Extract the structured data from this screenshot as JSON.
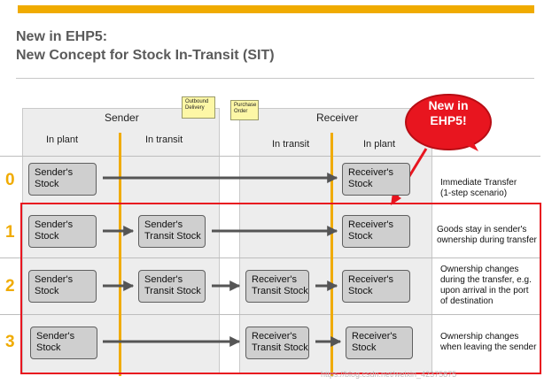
{
  "title": {
    "line1": "New in EHP5:",
    "line2": "New Concept for Stock In-Transit (SIT)"
  },
  "columns": {
    "sender": "Sender",
    "receiver": "Receiver",
    "sender_in_plant": "In plant",
    "sender_in_transit": "In transit",
    "receiver_in_transit": "In transit",
    "receiver_in_plant": "In plant"
  },
  "notes": {
    "outbound_delivery": [
      "Outbound",
      "Delivery"
    ],
    "purchase_order": [
      "Purchase",
      "Order"
    ]
  },
  "badge": [
    "New in",
    "EHP5!"
  ],
  "rows": [
    {
      "number": "0",
      "boxes": [
        [
          "Sender's",
          "Stock"
        ],
        [
          "Receiver's",
          "Stock"
        ]
      ],
      "description": [
        "Immediate Transfer",
        "(1-step scenario)"
      ]
    },
    {
      "number": "1",
      "boxes": [
        [
          "Sender's",
          "Stock"
        ],
        [
          "Sender's",
          "Transit Stock"
        ],
        [
          "Receiver's",
          "Stock"
        ]
      ],
      "description": [
        "Goods stay in sender's",
        "ownership during transfer"
      ]
    },
    {
      "number": "2",
      "boxes": [
        [
          "Sender's",
          "Stock"
        ],
        [
          "Sender's",
          "Transit Stock"
        ],
        [
          "Receiver's",
          "Transit Stock"
        ],
        [
          "Receiver's",
          "Stock"
        ]
      ],
      "description": [
        "Ownership changes",
        "during the transfer, e.g.",
        "upon arrival in the port",
        "of destination"
      ]
    },
    {
      "number": "3",
      "boxes": [
        [
          "Sender's",
          "Stock"
        ],
        [
          "Receiver's",
          "Transit Stock"
        ],
        [
          "Receiver's",
          "Stock"
        ]
      ],
      "description": [
        "Ownership changes",
        "when leaving the sender"
      ]
    }
  ],
  "watermark": "https://blog.csdn.net/weixin_42375875",
  "colors": {
    "accent": "#f0ab00",
    "highlight": "#e8151f",
    "title": "#5a5a5a",
    "box_fill": "#cfcfcf",
    "note_fill": "#fdf7a6"
  },
  "icons": [
    "arrow-right-icon",
    "new-starburst-icon"
  ]
}
